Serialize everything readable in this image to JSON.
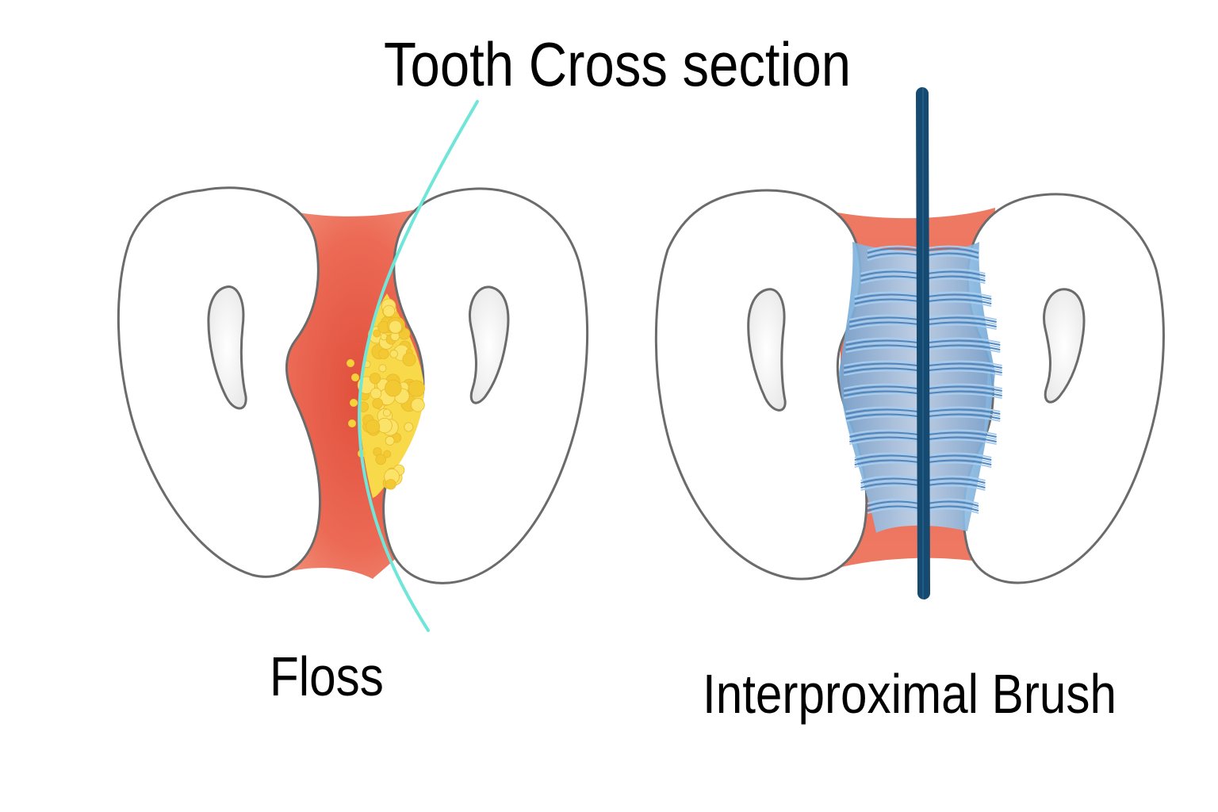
{
  "labels": {
    "title": "Tooth Cross section",
    "left_caption": "Floss",
    "right_caption": "Interproximal Brush"
  },
  "colors": {
    "background": "#ffffff",
    "tooth_fill": "#ffffff",
    "tooth_outline": "#6b6b6b",
    "pulp_fill": "#f3f3f3",
    "gum": "#ec6a55",
    "gum_deep": "#e2513d",
    "plaque": "#f6d23a",
    "floss": "#6fe6d8",
    "brush_wire": "#1f5b86",
    "bristles": "#8ebee6"
  },
  "icons": {
    "floss": "floss-thread-icon",
    "brush": "interproximal-brush-icon",
    "plaque": "plaque-deposit-icon"
  }
}
